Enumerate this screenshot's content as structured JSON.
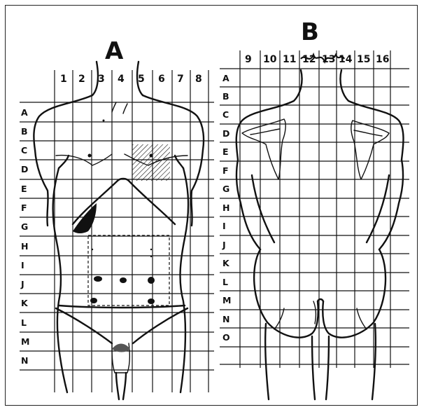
{
  "panel_a": {
    "title": "A",
    "columns": [
      "1",
      "2",
      "3",
      "4",
      "5",
      "6",
      "7",
      "8"
    ],
    "rows": [
      "A",
      "B",
      "C",
      "D",
      "E",
      "F",
      "G",
      "H",
      "I",
      "J",
      "K",
      "L",
      "M",
      "N"
    ]
  },
  "panel_b": {
    "title": "B",
    "columns": [
      "9",
      "10",
      "11",
      "12",
      "13",
      "14",
      "15",
      "16"
    ],
    "rows": [
      "A",
      "B",
      "C",
      "D",
      "E",
      "F",
      "G",
      "H",
      "I",
      "J",
      "K",
      "L",
      "M",
      "N",
      "O"
    ]
  }
}
